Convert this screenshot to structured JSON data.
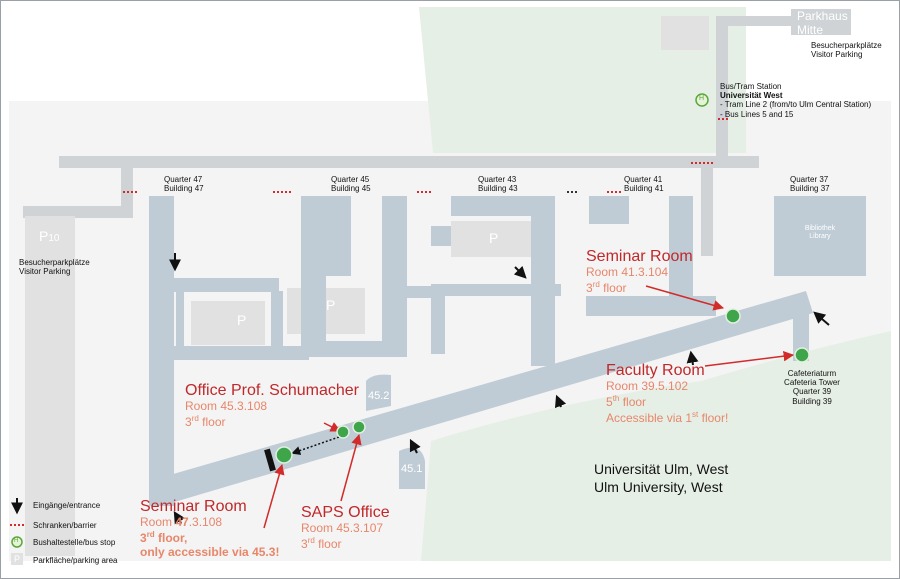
{
  "map_labels": {
    "parkhaus": "Parkhaus",
    "mitte": "Mitte",
    "visitor_parking_de": "Besucherparkplätze",
    "visitor_parking_en": "Visitor Parking",
    "bus_title": "Bus/Tram Station",
    "bus_station_name": "Universität West",
    "bus_line_1": "- Tram Line 2 (from/to Ulm Central Station)",
    "bus_line_2": "- Bus Lines 5 and 15",
    "p10": "P",
    "p10_sub": "10",
    "p_letter": "P",
    "library_de": "Bibliothek",
    "library_en": "Library",
    "b45_2": "45.2",
    "b45_1": "45.1"
  },
  "buildings": [
    {
      "quarter": "Quarter 47",
      "building": "Building 47"
    },
    {
      "quarter": "Quarter 45",
      "building": "Building 45"
    },
    {
      "quarter": "Quarter 43",
      "building": "Building 43"
    },
    {
      "quarter": "Quarter 41",
      "building": "Building 41"
    },
    {
      "quarter": "Quarter 37",
      "building": "Building 37"
    }
  ],
  "cafeteria": {
    "line1": "Cafeteriaturm",
    "line2": "Cafeteria Tower",
    "line3": "Quarter 39",
    "line4": "Building 39"
  },
  "locations": {
    "seminar_41": {
      "title": "Seminar Room",
      "room": "Room 41.3.104",
      "floor_num": "3",
      "floor_sup": "rd",
      "floor_word": " floor"
    },
    "faculty": {
      "title": "Faculty Room",
      "room": "Room 39.5.102",
      "floor_num": "5",
      "floor_sup": "th",
      "floor_word": " floor",
      "access_pre": "Accessible via 1",
      "access_sup": "st",
      "access_post": " floor!"
    },
    "office": {
      "title": "Office Prof. Schumacher",
      "room": "Room 45.3.108",
      "floor_num": "3",
      "floor_sup": "rd",
      "floor_word": " floor"
    },
    "seminar_47": {
      "title": "Seminar Room",
      "room_pre": "Room ",
      "room_bold": "47",
      "room_post": ".3.108",
      "floor_num": "3",
      "floor_sup": "rd",
      "floor_word": " floor,",
      "access_pre": "only accessible via ",
      "access_bold": "45.3",
      "access_post": "!"
    },
    "saps": {
      "title": "SAPS Office",
      "room": "Room 45.3.107",
      "floor_num": "3",
      "floor_sup": "rd",
      "floor_word": " floor"
    }
  },
  "campus": {
    "line1": "Universität Ulm, West",
    "line2": "Ulm University, West"
  },
  "legend": {
    "entrance": "Eingänge/entrance",
    "barrier": "Schranken/barrier",
    "bus_stop": "Bushaltestelle/bus stop",
    "parking": "Parkfläche/parking area",
    "bus_icon": "H",
    "parking_icon": "P"
  },
  "colors": {
    "building": "#bfccd6",
    "road": "#cfd3d6",
    "green": "#e6efe6",
    "parking": "#e1e1e1",
    "title_red": "#c0282a",
    "sub_salmon": "#e8866a",
    "marker_green": "#3fa54a"
  }
}
